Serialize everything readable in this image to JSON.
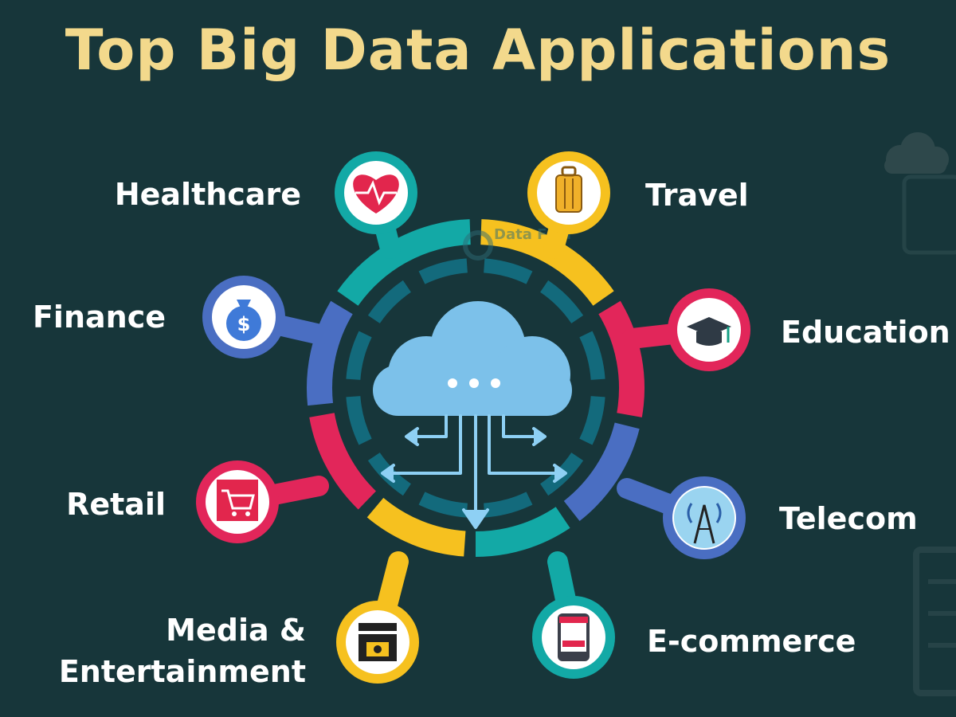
{
  "title": "Top Big Data Applications",
  "watermark": "Data Flair",
  "colors": {
    "background": "#17363a",
    "title": "#f3d98c",
    "teal": "#13a9a6",
    "yellow": "#f6c11f",
    "crimson": "#e2265a",
    "blue": "#4a6ec2",
    "cloud": "#7cc1ea",
    "arrows": "#8ed0f4"
  },
  "applications": [
    {
      "label": "Healthcare",
      "icon": "heart-pulse-icon"
    },
    {
      "label": "Travel",
      "icon": "suitcase-icon"
    },
    {
      "label": "Finance",
      "icon": "money-bag-icon"
    },
    {
      "label": "Education",
      "icon": "graduation-cap-icon"
    },
    {
      "label": "Retail",
      "icon": "shopping-cart-icon"
    },
    {
      "label": "Telecom",
      "icon": "telecom-tower-icon"
    },
    {
      "label": "Media &",
      "label_line2": "Entertainment",
      "icon": "clapperboard-icon"
    },
    {
      "label": "E-commerce",
      "icon": "discount-phone-icon"
    }
  ]
}
